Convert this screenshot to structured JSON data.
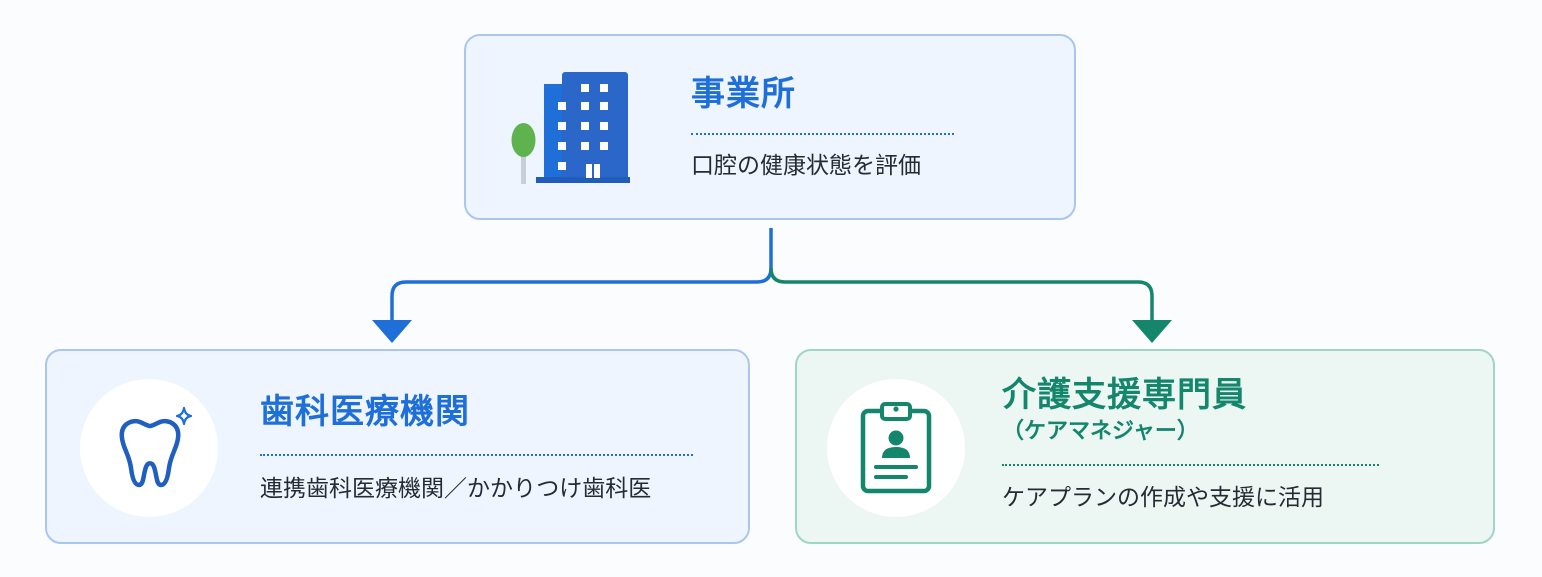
{
  "nodes": {
    "office": {
      "title": "事業所",
      "description": "口腔の健康状態を評価",
      "icon": "office-building-icon",
      "accent": "#1f6fd8"
    },
    "dental": {
      "title": "歯科医療機関",
      "description": "連携歯科医療機関／かかりつけ歯科医",
      "icon": "tooth-icon",
      "accent": "#1f6fd8"
    },
    "care_manager": {
      "title": "介護支援専門員",
      "subtitle": "（ケアマネジャー）",
      "description": "ケアプランの作成や支援に活用",
      "icon": "clipboard-person-icon",
      "accent": "#14866c"
    }
  },
  "edges": [
    {
      "from": "office",
      "to": "dental",
      "color": "#1f6fd8"
    },
    {
      "from": "office",
      "to": "care_manager",
      "color": "#14866c"
    }
  ]
}
